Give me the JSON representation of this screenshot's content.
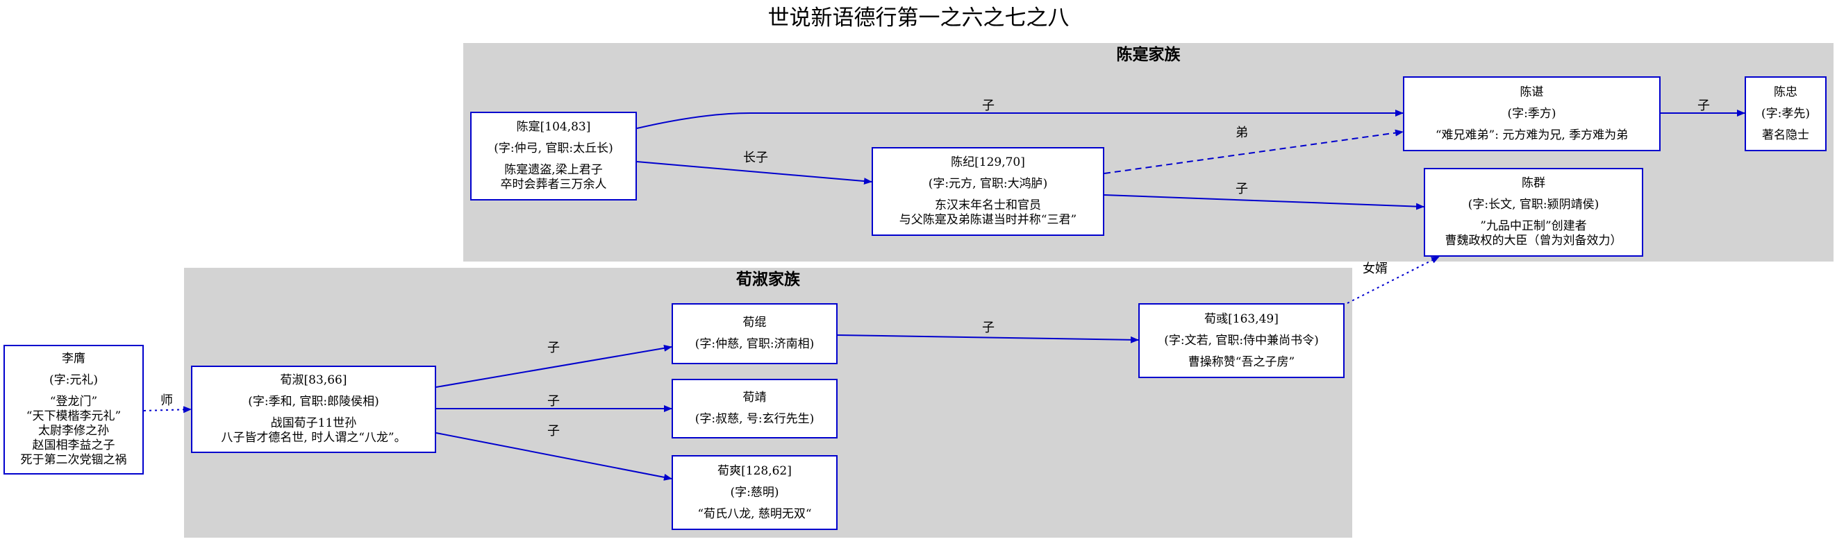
{
  "title": "世说新语德行第一之六之七之八",
  "clusters": {
    "chen": "陈寔家族",
    "xun": "荀淑家族"
  },
  "nodes": {
    "chenshi": {
      "name": "陈寔[104,83]",
      "zi": "(字:仲弓, 官职:太丘长)",
      "desc": "陈寔遗盗,梁上君子\n卒时会葬者三万余人"
    },
    "chenji": {
      "name": "陈纪[129,70]",
      "zi": "(字:元方, 官职:大鸿胪)",
      "desc": "东汉末年名士和官员\n与父陈寔及弟陈谌当时并称“三君”"
    },
    "chenchen": {
      "name": "陈谌",
      "zi": "(字:季方)",
      "desc": "“难兄难弟”: 元方难为兄, 季方难为弟"
    },
    "chenzhong": {
      "name": "陈忠",
      "zi": "(字:孝先)",
      "desc": "著名隐士"
    },
    "chenqun": {
      "name": "陈群",
      "zi": "(字:长文, 官职:颍阴靖侯)",
      "desc": "”九品中正制”创建者\n曹魏政权的大臣（曾为刘备效力）"
    },
    "liying": {
      "name": "李膺",
      "zi": "(字:元礼)",
      "desc": "“登龙门”\n“天下模楷李元礼”\n太尉李修之孙\n赵国相李益之子\n死于第二次党锢之祸"
    },
    "xunshu": {
      "name": "荀淑[83,66]",
      "zi": "(字:季和, 官职:郎陵侯相)",
      "desc": "战国荀子11世孙\n八子皆才德名世, 时人谓之“八龙”。"
    },
    "xunkun": {
      "name": "荀绲",
      "zi": "(字:仲慈, 官职:济南相)",
      "desc": ""
    },
    "xunjing": {
      "name": "荀靖",
      "zi": "(字:叔慈, 号:玄行先生)",
      "desc": ""
    },
    "xunshuang": {
      "name": "荀爽[128,62]",
      "zi": "(字:慈明)",
      "desc": "“荀氏八龙, 慈明无双“"
    },
    "xunyu": {
      "name": "荀彧[163,49]",
      "zi": "(字:文若, 官职:侍中兼尚书令)",
      "desc": "曹操称赞“吾之子房”"
    }
  },
  "edges": {
    "chenshi_chenchen": "子",
    "chenshi_chenji": "长子",
    "chenji_chenchen": "弟",
    "chenji_chenqun": "子",
    "chenchen_chenzhong": "子",
    "liying_xunshu": "师",
    "xunshu_xunkun": "子",
    "xunshu_xunjing": "子",
    "xunshu_xunshuang": "子",
    "xunkun_xunyu": "子",
    "xunyu_chenqun": "女婿"
  },
  "colors": {
    "edge": "#0000cd",
    "cluster_bg": "#d3d3d3",
    "node_border": "#0000cd"
  }
}
